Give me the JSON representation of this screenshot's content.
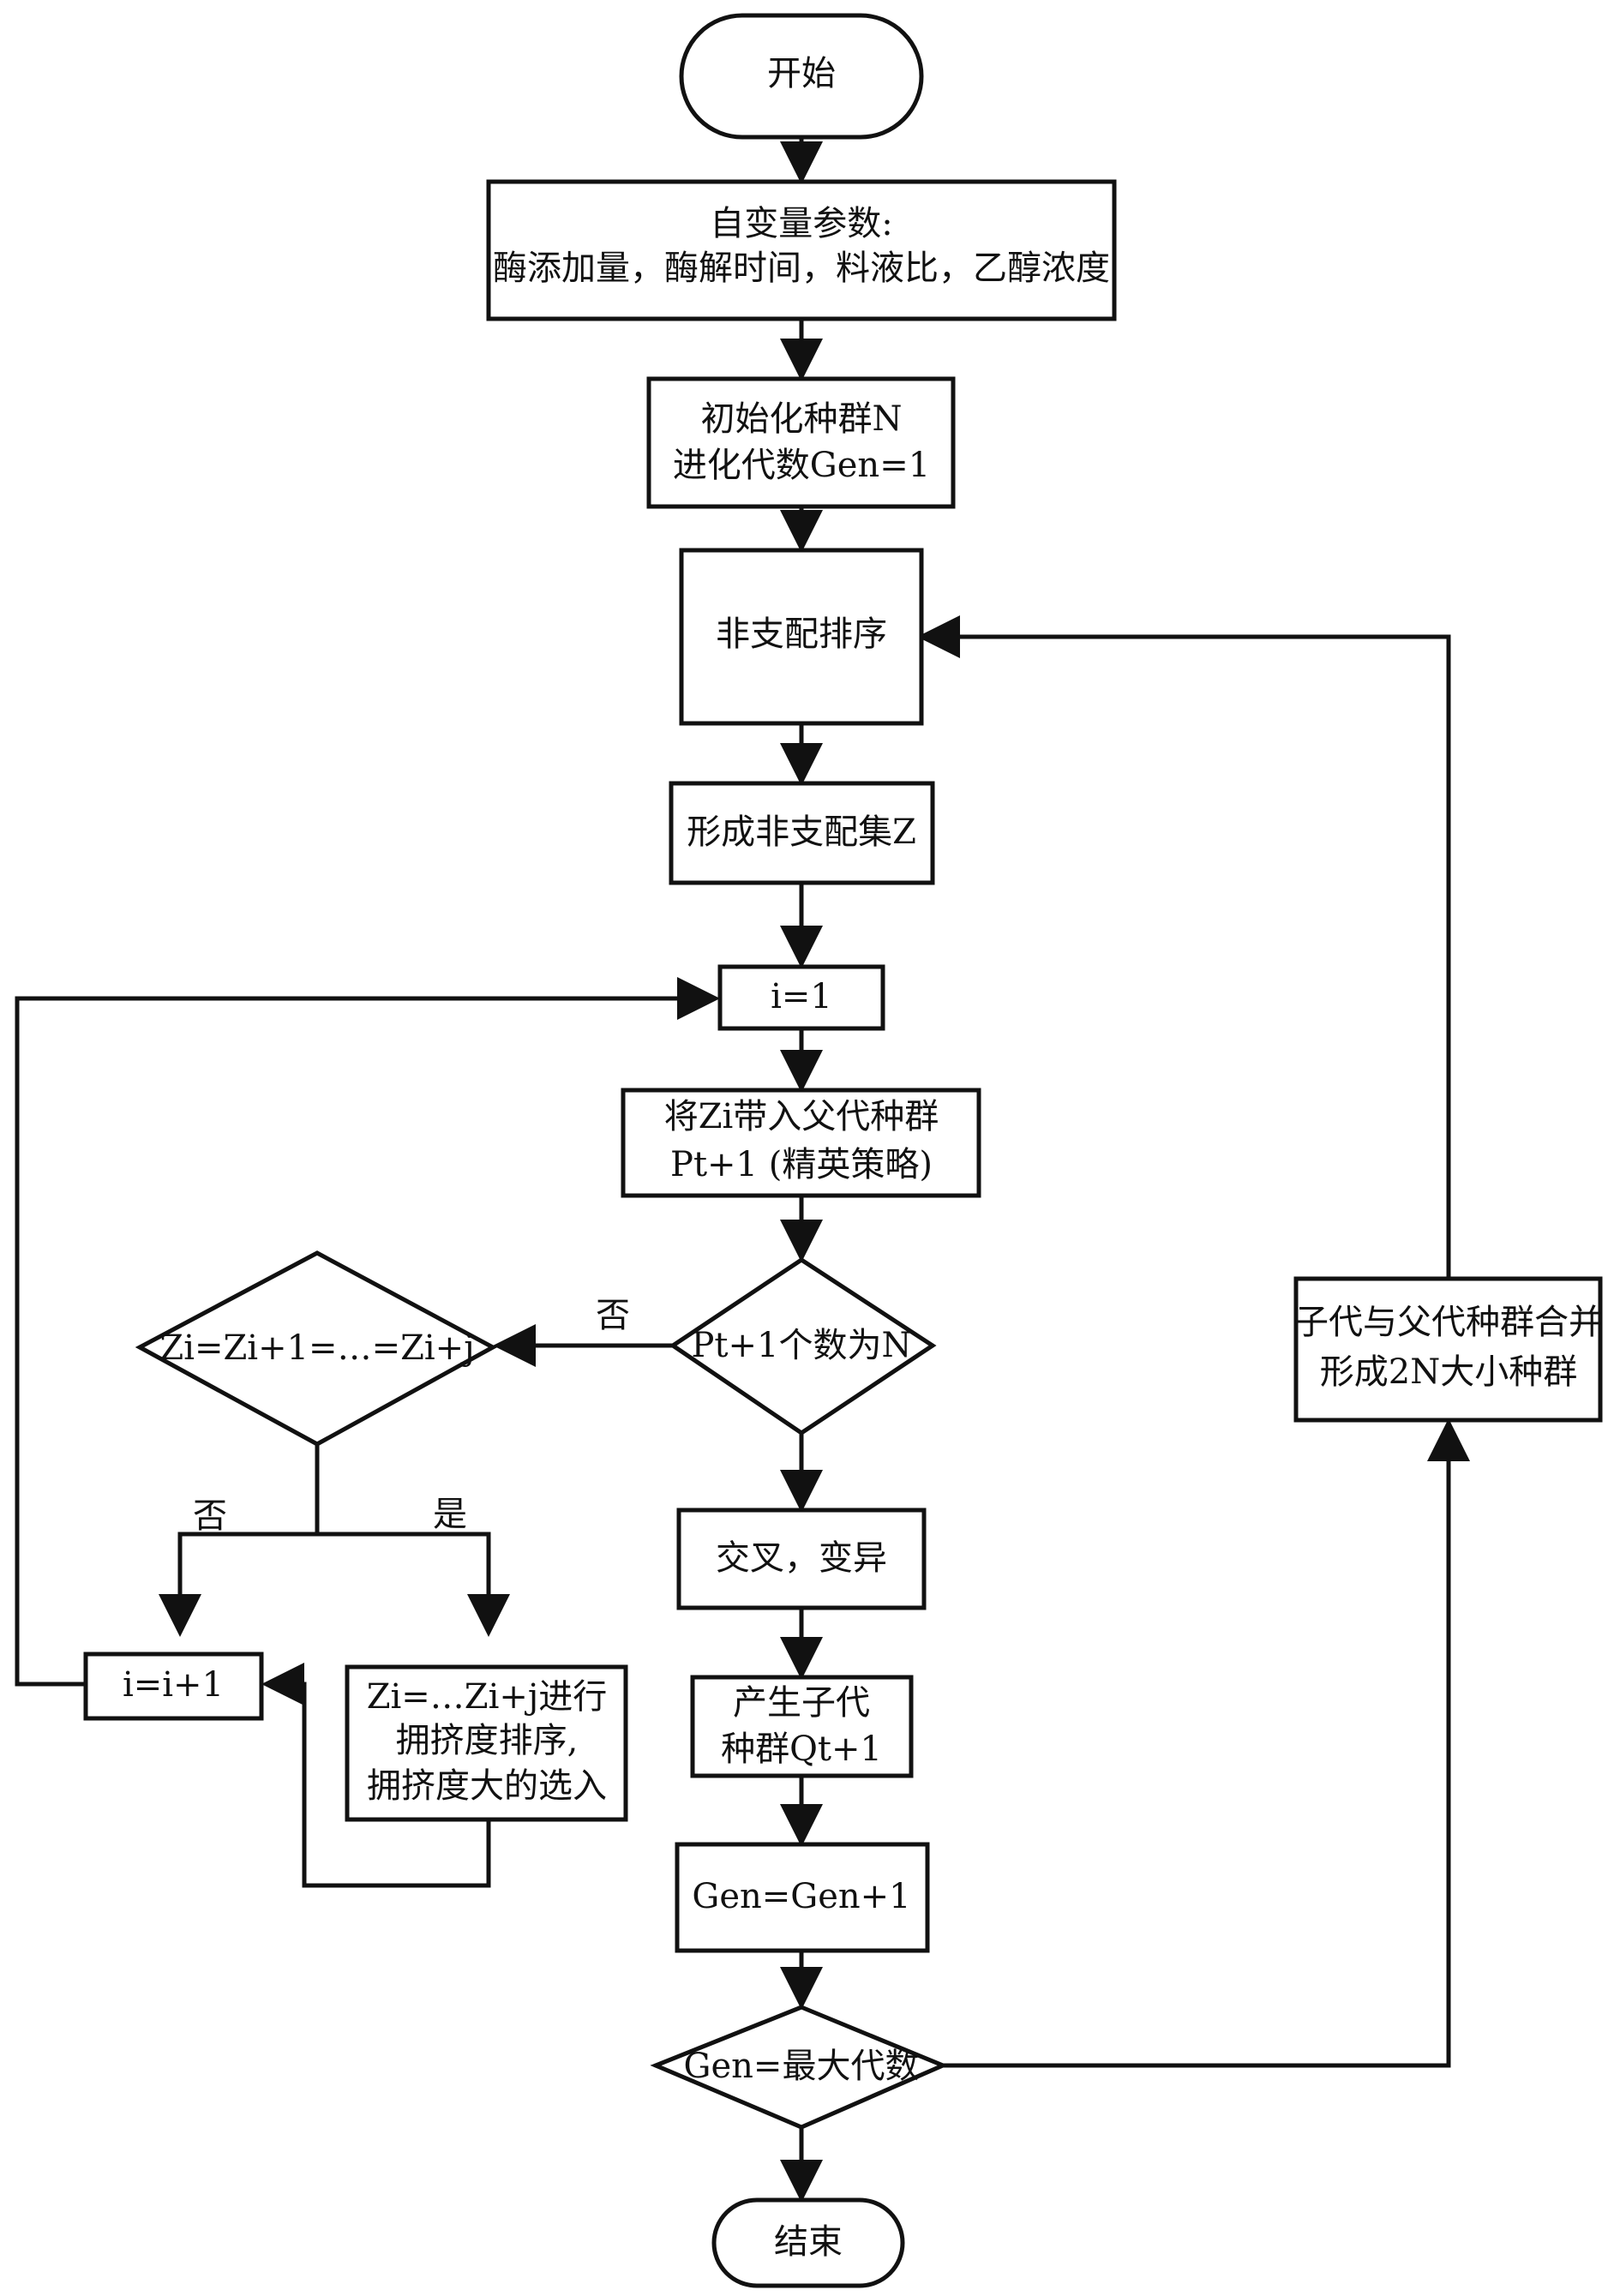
{
  "nodes": {
    "start": "开始",
    "params_l1": "自变量参数:",
    "params_l2": "酶添加量，酶解时间，料液比，乙醇浓度",
    "init_l1": "初始化种群N",
    "init_l2": "进化代数Gen=1",
    "nds_sort": "非支配排序",
    "form_set": "形成非支配集Z",
    "i_eq_1": "i=1",
    "elite_l1": "将Zi带入父代种群",
    "elite_l2": "Pt+1 (精英策略)",
    "count_check": "Pt+1个数为N",
    "equal_check": "Zi=Zi+1=…=Zi+j",
    "i_inc": "i=i+1",
    "crowd_l1": "Zi=…Zi+j进行",
    "crowd_l2": "拥挤度排序,",
    "crowd_l3": "拥挤度大的选入",
    "crossover": "交叉，变异",
    "offspring_l1": "产生子代",
    "offspring_l2": "种群Qt+1",
    "gen_inc": "Gen=Gen+1",
    "max_check": "Gen=最大代数",
    "merge_l1": "子代与父代种群合并",
    "merge_l2": "形成2N大小种群",
    "end": "结束"
  },
  "labels": {
    "no_count": "否",
    "no_equal": "否",
    "yes_equal": "是"
  }
}
